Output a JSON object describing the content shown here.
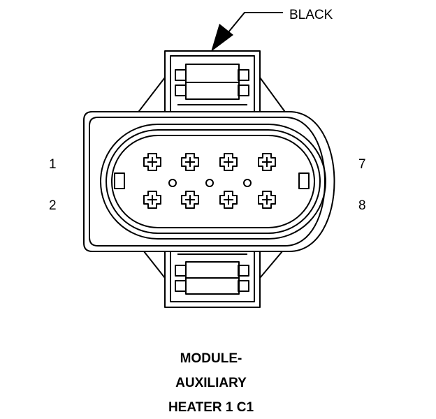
{
  "callout": {
    "color_label": "BLACK"
  },
  "pins": {
    "top_left": "1",
    "bottom_left": "2",
    "top_right": "7",
    "bottom_right": "8"
  },
  "title": {
    "line1": "MODULE-",
    "line2": "AUXILIARY",
    "line3": "HEATER 1 C1"
  }
}
